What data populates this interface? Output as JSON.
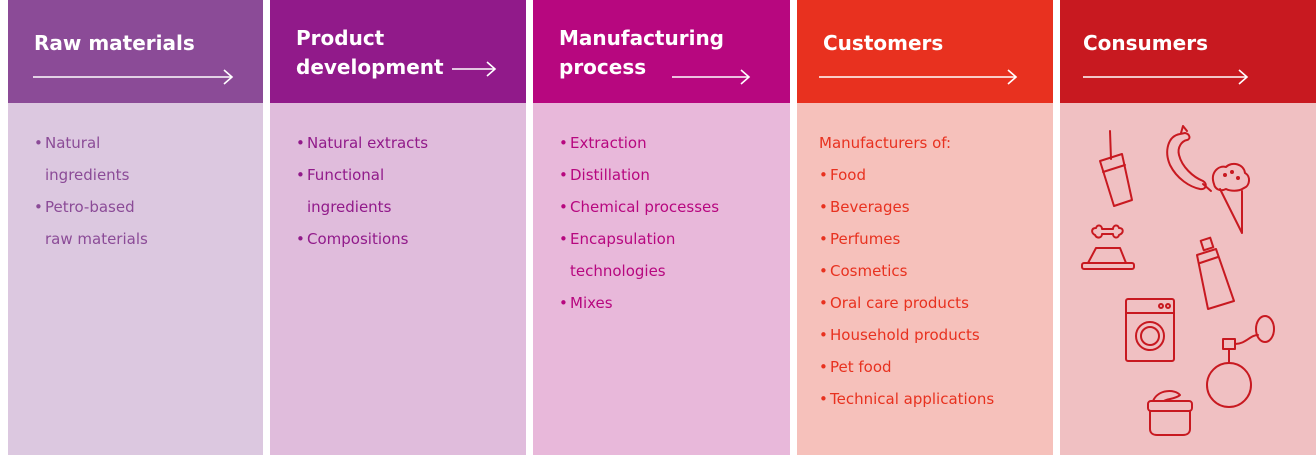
{
  "columns": [
    {
      "title_lines": [
        "Raw materials"
      ],
      "colors": {
        "header": "#8b4b97",
        "body": "#dcc8e0",
        "text": "#8b4b97"
      },
      "items": [
        "Natural",
        "ingredients",
        "Petro-based",
        "raw materials"
      ]
    },
    {
      "title_lines": [
        "Product",
        "development"
      ],
      "colors": {
        "header": "#911a8a",
        "body": "#e0bcdc",
        "text": "#911a8a"
      },
      "items": [
        "Natural extracts",
        "Functional",
        "ingredients",
        "Compositions"
      ]
    },
    {
      "title_lines": [
        "Manufacturing",
        "process"
      ],
      "colors": {
        "header": "#b7077f",
        "body": "#e8b8da",
        "text": "#b7077f"
      },
      "items": [
        "Extraction",
        "Distillation",
        "Chemical processes",
        "Encapsulation",
        "technologies",
        "Mixes"
      ]
    },
    {
      "title_lines": [
        "Customers"
      ],
      "colors": {
        "header": "#e8311f",
        "body": "#f6c1bb",
        "text": "#e8311f"
      },
      "intro": "Manufacturers of:",
      "items": [
        "Food",
        "Beverages",
        "Perfumes",
        "Cosmetics",
        "Oral care products",
        "Household products",
        "Pet food",
        "Technical applications"
      ]
    },
    {
      "title_lines": [
        "Consumers"
      ],
      "colors": {
        "header": "#c81920",
        "body": "#f0c0c2",
        "text": "#c81920"
      },
      "icons": [
        "drink-cup-icon",
        "sausage-icon",
        "ice-cream-cone-icon",
        "pet-bowl-icon",
        "toothpaste-tube-icon",
        "washing-machine-icon",
        "perfume-bottle-icon",
        "cream-jar-icon"
      ]
    }
  ]
}
